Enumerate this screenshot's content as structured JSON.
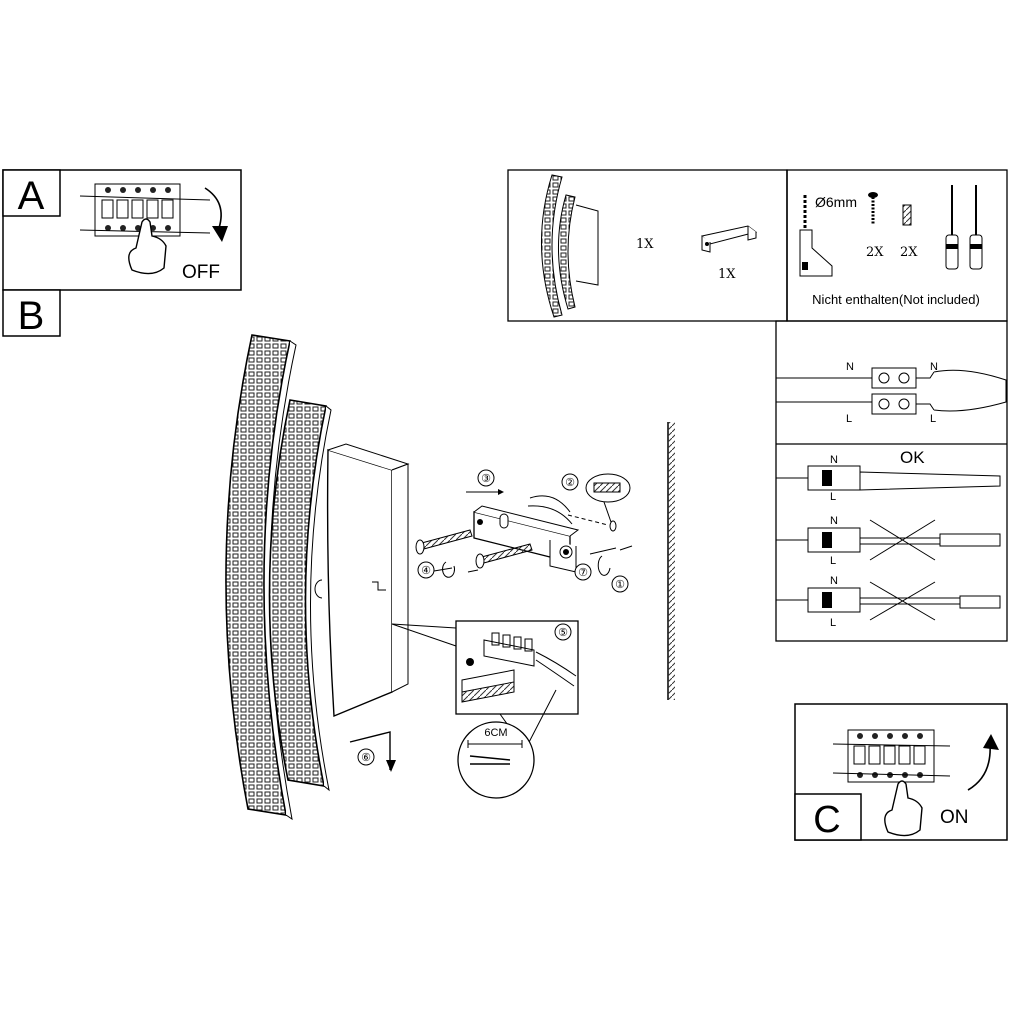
{
  "steps": {
    "a": {
      "letter": "A",
      "action": "OFF"
    },
    "b": {
      "letter": "B"
    },
    "c": {
      "letter": "C",
      "action": "ON"
    }
  },
  "parts": {
    "lamp_qty": "1X",
    "bracket_qty": "1X"
  },
  "tools": {
    "drill_size": "Ø6mm",
    "screw_qty": "2X",
    "plug_qty": "2X",
    "note": "Nicht enthalten(Not included)"
  },
  "wiring": {
    "n": "N",
    "l": "L",
    "ok": "OK",
    "strip_length": "6CM"
  },
  "step_numbers": [
    "①",
    "②",
    "③",
    "④",
    "⑤",
    "⑥",
    "⑦"
  ]
}
